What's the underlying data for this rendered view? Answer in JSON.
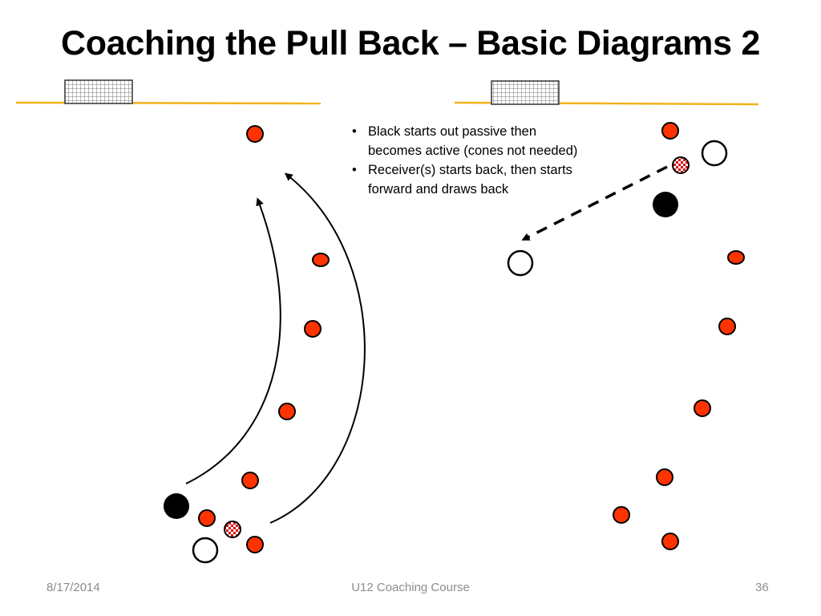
{
  "slide": {
    "title": "Coaching the Pull Back – Basic Diagrams 2",
    "notes": [
      "Black starts out passive then becomes active (cones not needed)",
      "Receiver(s) starts back, then starts forward and draws back"
    ],
    "footer": {
      "date": "8/17/2014",
      "course": "U12 Coaching Course",
      "page": "36"
    }
  },
  "colors": {
    "goal_line": "#f2b21c",
    "cone_fill": "#ff3300",
    "cone_stroke": "#000000",
    "ball_red": "#dd1111",
    "active_player": "#000000",
    "passive_player": "#ffffff"
  },
  "icons": [
    "goal-icon",
    "cone-icon",
    "ball-icon",
    "player-icon",
    "arrow-icon"
  ]
}
